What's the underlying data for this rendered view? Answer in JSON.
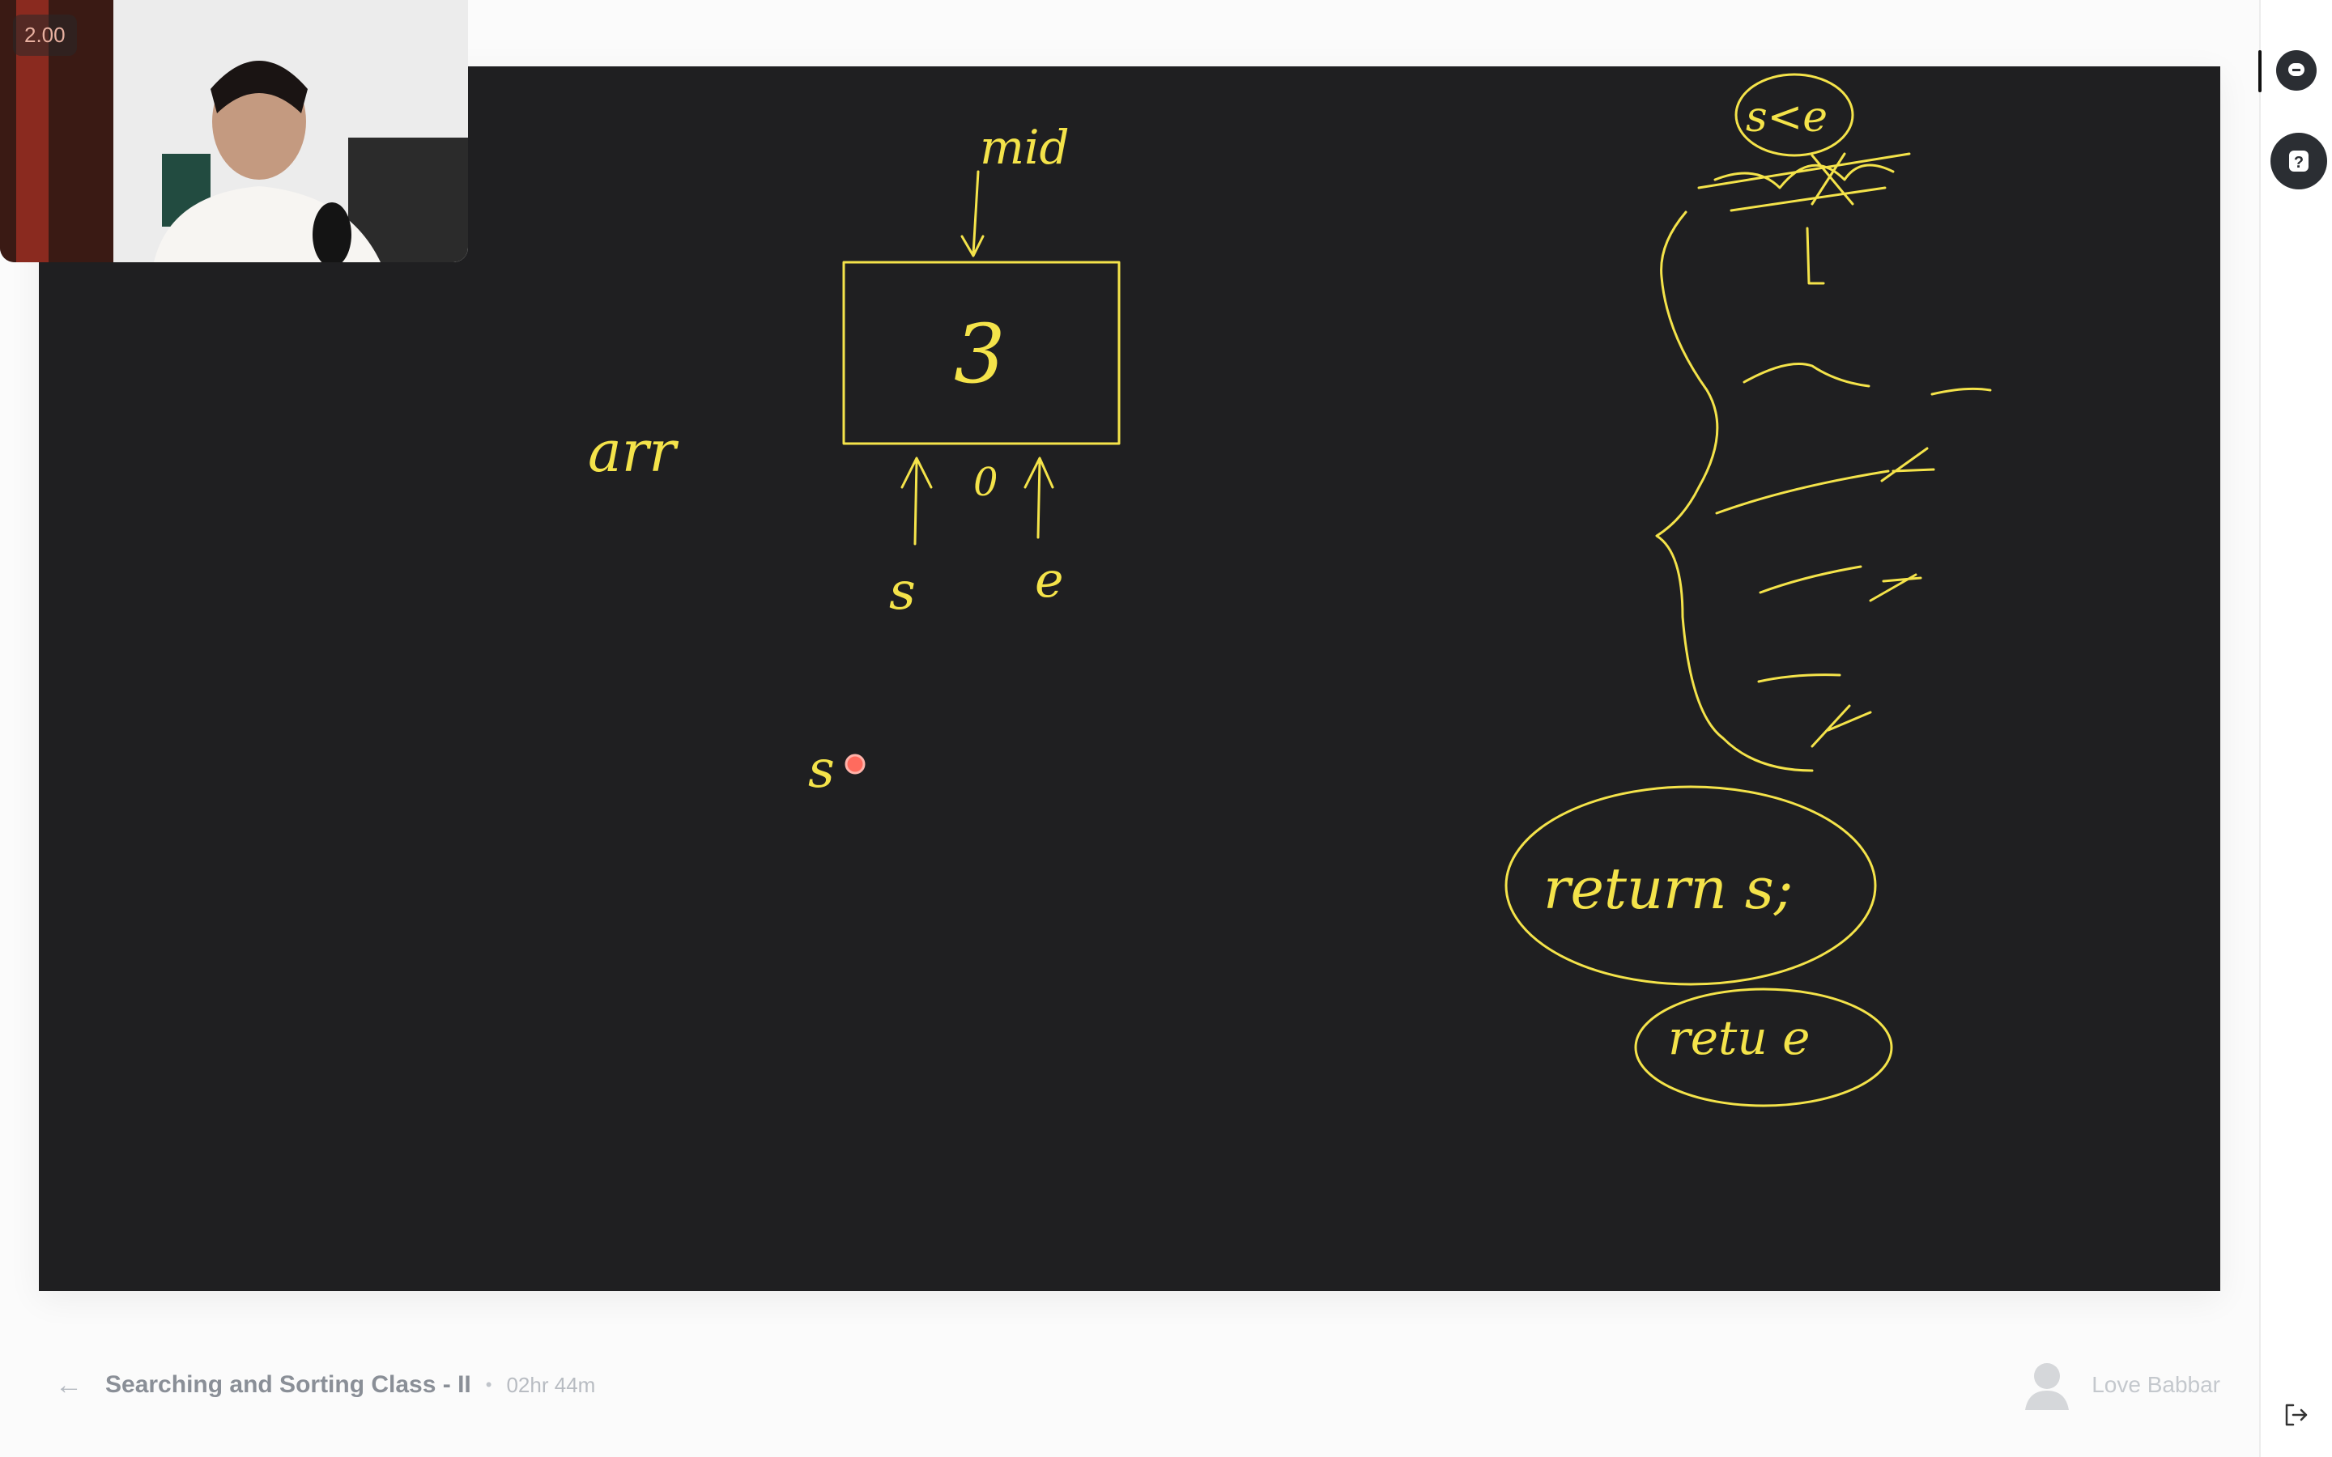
{
  "video": {
    "speed": "2.00"
  },
  "lesson": {
    "title": "Searching and Sorting Class - II",
    "duration": "02hr 44m"
  },
  "instructor": {
    "name": "Love Babbar"
  },
  "board": {
    "labels": {
      "mid": "mid",
      "box_value": "3",
      "arr": "arr",
      "s": "s",
      "e": "e",
      "zero": "0",
      "s_alone": "s",
      "cond": "s<e",
      "return1": "return s;",
      "return2": "retu e"
    }
  },
  "icons": [
    "back-arrow-icon",
    "chat-icon",
    "help-icon",
    "exit-icon",
    "user-avatar-icon"
  ],
  "colors": {
    "ink": "#f4e34a",
    "board": "#1f1f21",
    "pointer": "#ff3b30"
  }
}
